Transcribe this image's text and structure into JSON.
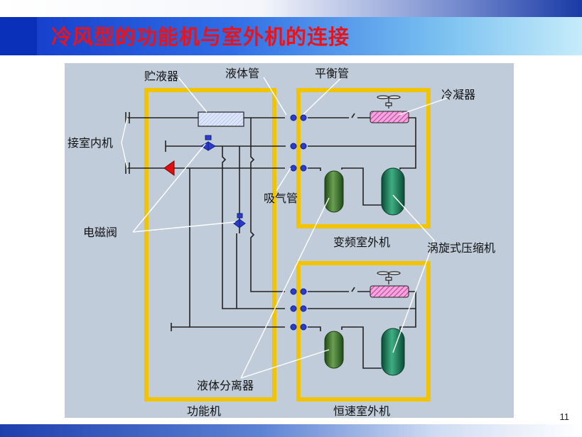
{
  "slide": {
    "title": "冷风型的功能机与室外机的连接",
    "page_number": "11"
  },
  "diagram": {
    "labels": {
      "reservoir": "贮液器",
      "liquid_pipe": "液体管",
      "balance_pipe": "平衡管",
      "condenser": "冷凝器",
      "to_indoor": "接室内机",
      "suction_pipe": "吸气管",
      "solenoid_valve": "电磁阀",
      "inverter_outdoor": "变频室外机",
      "scroll_compressor": "涡旋式压缩机",
      "liquid_separator": "液体分离器",
      "function_unit": "功能机",
      "fixed_outdoor": "恒速室外机"
    },
    "colors": {
      "panel_bg": "#c0ccda",
      "box_border": "#f2c400",
      "line": "#222222",
      "joint": "#2b3cc8",
      "separator": "#3e7a2e",
      "compressor": "#137a56",
      "condenser": "#e070c0",
      "reservoir": "#c8d4f4",
      "valve": "#2b3cc8",
      "check_valve": "#e01010"
    }
  }
}
